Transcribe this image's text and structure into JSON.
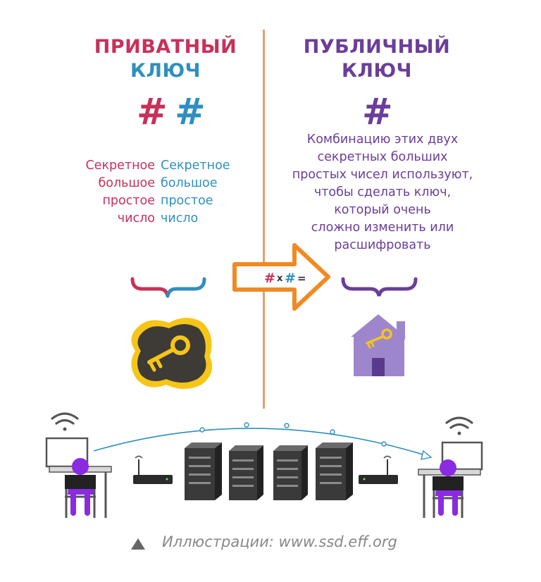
{
  "colors": {
    "pink": "#C8305A",
    "blue": "#2F8FC0",
    "purple": "#6A3E9A",
    "orange": "#F08A24",
    "gold": "#F5C518",
    "dark": "#3E3A36",
    "house": "#9E86CC",
    "gray": "#888888"
  },
  "private": {
    "title_line1": "ПРИВАТНЫЙ",
    "title_line2": "КЛЮЧ",
    "hash_left": "#",
    "hash_right": "#",
    "prime_left": [
      "Секретное",
      "большое",
      "простое",
      "число"
    ],
    "prime_right": [
      "Секретное",
      "большое",
      "простое",
      "число"
    ]
  },
  "public": {
    "title_line1": "ПУБЛИЧНЫЙ",
    "title_line2": "КЛЮЧ",
    "hash": "#",
    "description": [
      "Комбинацию этих двух",
      "секретных больших",
      "простых чисел используют,",
      "чтобы сделать ключ,",
      "который очень",
      "сложно изменить или",
      "расшифровать"
    ]
  },
  "arrow": {
    "hash_a": "#",
    "times": "x",
    "hash_b": "#",
    "equals": "="
  },
  "icons": {
    "private_key": "key-in-dark-blob-icon",
    "public_key": "house-with-key-icon",
    "triangle": "triangle-icon",
    "wifi": "wifi-icon",
    "router": "router-icon",
    "server": "server-icon",
    "user": "user-at-computer-icon"
  },
  "caption": "Иллюстрации: www.ssd.eff.org"
}
